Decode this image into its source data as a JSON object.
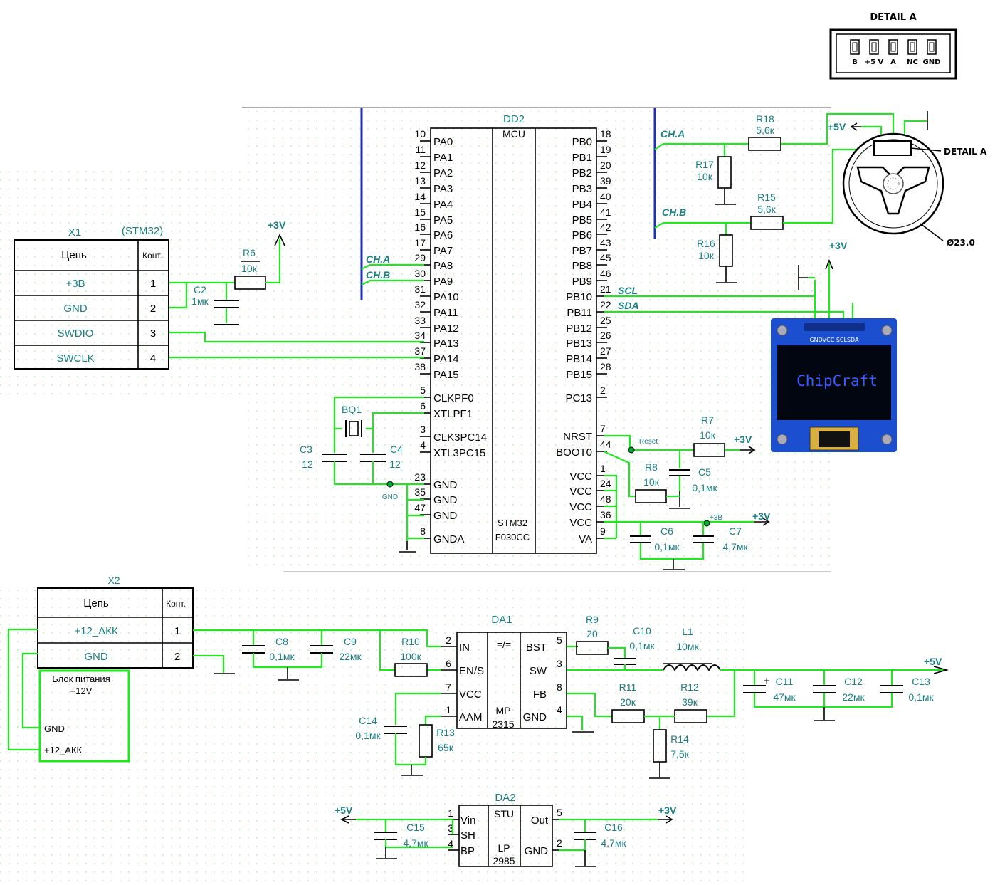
{
  "detail_a": {
    "title": "DETAIL A",
    "pins": [
      "B",
      "+5 V",
      "A",
      "NC",
      "GND"
    ],
    "callout": "DETAIL A",
    "diameter": "Ø23.0"
  },
  "dd2": {
    "ref": "DD2",
    "type": "MCU",
    "part_line1": "STM32",
    "part_line2": "F030CC",
    "left_pins": [
      {
        "num": "10",
        "name": "PA0"
      },
      {
        "num": "11",
        "name": "PA1"
      },
      {
        "num": "12",
        "name": "PA2"
      },
      {
        "num": "13",
        "name": "PA3"
      },
      {
        "num": "14",
        "name": "PA4"
      },
      {
        "num": "15",
        "name": "PA5"
      },
      {
        "num": "16",
        "name": "PA6"
      },
      {
        "num": "17",
        "name": "PA7"
      },
      {
        "num": "29",
        "name": "PA8"
      },
      {
        "num": "30",
        "name": "PA9"
      },
      {
        "num": "31",
        "name": "PA10"
      },
      {
        "num": "32",
        "name": "PA11"
      },
      {
        "num": "33",
        "name": "PA12"
      },
      {
        "num": "34",
        "name": "PA13"
      },
      {
        "num": "37",
        "name": "PA14"
      },
      {
        "num": "38",
        "name": "PA15"
      }
    ],
    "left_pins2": [
      {
        "num": "5",
        "name": "CLKPF0"
      },
      {
        "num": "6",
        "name": "XTLPF1"
      },
      {
        "num": "3",
        "name": "CLK3PC14"
      },
      {
        "num": "4",
        "name": "XTL3PC15"
      },
      {
        "num": "23",
        "name": "GND"
      },
      {
        "num": "35",
        "name": "GND"
      },
      {
        "num": "47",
        "name": "GND"
      },
      {
        "num": "8",
        "name": "GNDA"
      }
    ],
    "right_pins": [
      {
        "num": "18",
        "name": "PB0"
      },
      {
        "num": "19",
        "name": "PB1"
      },
      {
        "num": "20",
        "name": "PB2"
      },
      {
        "num": "39",
        "name": "PB3"
      },
      {
        "num": "40",
        "name": "PB4"
      },
      {
        "num": "41",
        "name": "PB5"
      },
      {
        "num": "42",
        "name": "PB6"
      },
      {
        "num": "43",
        "name": "PB7"
      },
      {
        "num": "45",
        "name": "PB8"
      },
      {
        "num": "46",
        "name": "PB9"
      },
      {
        "num": "21",
        "name": "PB10"
      },
      {
        "num": "22",
        "name": "PB11"
      },
      {
        "num": "25",
        "name": "PB12"
      },
      {
        "num": "26",
        "name": "PB13"
      },
      {
        "num": "27",
        "name": "PB14"
      },
      {
        "num": "28",
        "name": "PB15"
      }
    ],
    "right_pins2": [
      {
        "num": "2",
        "name": "PC13"
      },
      {
        "num": "7",
        "name": "NRST"
      },
      {
        "num": "44",
        "name": "BOOT0"
      },
      {
        "num": "1",
        "name": "VCC"
      },
      {
        "num": "24",
        "name": "VCC"
      },
      {
        "num": "48",
        "name": "VCC"
      },
      {
        "num": "36",
        "name": "VCC"
      },
      {
        "num": "9",
        "name": "VA"
      }
    ]
  },
  "nets": {
    "ch_a": "CH.A",
    "ch_b": "CH.B",
    "scl": "SCL",
    "sda": "SDA",
    "p5v": "+5V",
    "p3v": "+3V",
    "reset": "Reset",
    "gnd": "GND",
    "p3b": "+3В"
  },
  "x1": {
    "ref": "X1",
    "note": "(STM32)",
    "head_net": "Цепь",
    "head_pin": "Конт.",
    "rows": [
      {
        "net": "+3В",
        "pin": "1"
      },
      {
        "net": "GND",
        "pin": "2"
      },
      {
        "net": "SWDIO",
        "pin": "3"
      },
      {
        "net": "SWCLK",
        "pin": "4"
      }
    ]
  },
  "x2": {
    "ref": "X2",
    "head_net": "Цепь",
    "head_pin": "Конт.",
    "rows": [
      {
        "net": "+12_АКК",
        "pin": "1"
      },
      {
        "net": "GND",
        "pin": "2"
      }
    ]
  },
  "psu": {
    "title1": "Блок питания",
    "title2": "+12V",
    "gnd": "GND",
    "p12": "+12_АКК"
  },
  "components": {
    "R6": {
      "ref": "R6",
      "val": "10к"
    },
    "C2": {
      "ref": "C2",
      "val": "1мк"
    },
    "BQ1": {
      "ref": "BQ1"
    },
    "C3": {
      "ref": "C3",
      "val": "12"
    },
    "C4": {
      "ref": "C4",
      "val": "12"
    },
    "R17": {
      "ref": "R17",
      "val": "10к"
    },
    "R18": {
      "ref": "R18",
      "val": "5,6к"
    },
    "R15": {
      "ref": "R15",
      "val": "5,6к"
    },
    "R16": {
      "ref": "R16",
      "val": "10к"
    },
    "R7": {
      "ref": "R7",
      "val": "10к"
    },
    "R8": {
      "ref": "R8",
      "val": "10к"
    },
    "C5": {
      "ref": "C5",
      "val": "0,1мк"
    },
    "C6": {
      "ref": "C6",
      "val": "0,1мк"
    },
    "C7": {
      "ref": "C7",
      "val": "4,7мк"
    },
    "C8": {
      "ref": "C8",
      "val": "0,1мк"
    },
    "C9": {
      "ref": "C9",
      "val": "22мк"
    },
    "R10": {
      "ref": "R10",
      "val": "100к"
    },
    "C14": {
      "ref": "C14",
      "val": "0,1мк"
    },
    "R13": {
      "ref": "R13",
      "val": "65к"
    },
    "R9": {
      "ref": "R9",
      "val": "20"
    },
    "C10": {
      "ref": "C10",
      "val": "0,1мк"
    },
    "L1": {
      "ref": "L1",
      "val": "10мк"
    },
    "R11": {
      "ref": "R11",
      "val": "20к"
    },
    "R12": {
      "ref": "R12",
      "val": "39к"
    },
    "R14": {
      "ref": "R14",
      "val": "7,5к"
    },
    "C11": {
      "ref": "C11",
      "val": "47мк"
    },
    "C12": {
      "ref": "C12",
      "val": "22мк"
    },
    "C13": {
      "ref": "C13",
      "val": "0,1мк"
    },
    "C15": {
      "ref": "C15",
      "val": "4,7мк"
    },
    "C16": {
      "ref": "C16",
      "val": "4,7мк"
    }
  },
  "da1": {
    "ref": "DA1",
    "conv": "=/=",
    "part1": "MP",
    "part2": "2315",
    "left": [
      {
        "num": "2",
        "name": "IN"
      },
      {
        "num": "6",
        "name": "EN/S"
      },
      {
        "num": "7",
        "name": "VCC"
      },
      {
        "num": "1",
        "name": "AAM"
      }
    ],
    "right": [
      {
        "num": "5",
        "name": "BST"
      },
      {
        "num": "3",
        "name": "SW"
      },
      {
        "num": "8",
        "name": "FB"
      },
      {
        "num": "4",
        "name": "GND"
      }
    ]
  },
  "da2": {
    "ref": "DA2",
    "func": "STU",
    "part1": "LP",
    "part2": "2985",
    "left": [
      {
        "num": "1",
        "name": "Vin"
      },
      {
        "num": "3",
        "name": "SH"
      },
      {
        "num": "4",
        "name": "BP"
      }
    ],
    "right": [
      {
        "num": "5",
        "name": "Out"
      },
      {
        "num": "2",
        "name": "GND"
      }
    ]
  },
  "oled": {
    "pins_label": "GNDVCC SCLSDA",
    "text": "ChipCraft"
  },
  "colors": {
    "wire": "#22e622",
    "bus": "#1f2fb0",
    "label": "#1a7f84",
    "oled_bg": "#020610",
    "board": "#1c4fd0"
  }
}
